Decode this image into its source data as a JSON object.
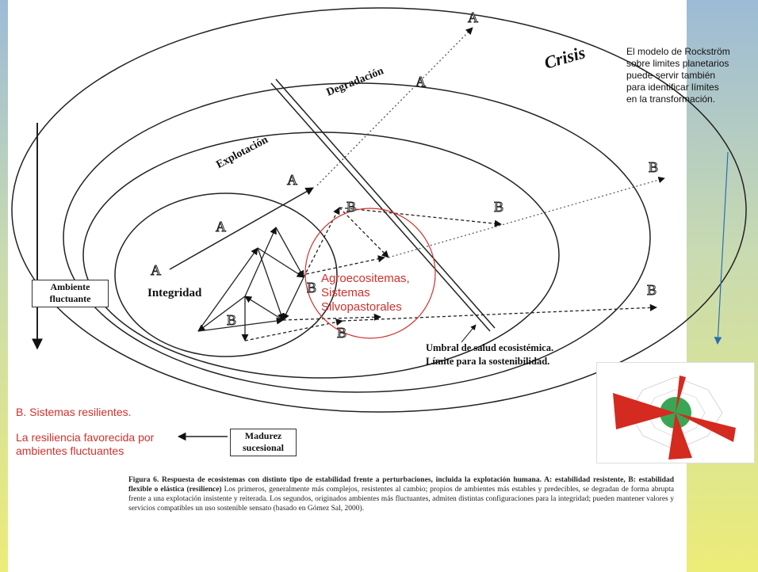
{
  "labels": {
    "crisis": "Crisis",
    "degradacion": "Degradación",
    "explotacion": "Explotación",
    "integridad": "Integridad",
    "A": "A",
    "B": "B"
  },
  "boxes": {
    "ambiente": "Ambiente fluctuante",
    "madurez": "Madurez sucesional"
  },
  "umbral": {
    "line1": "Umbral de salud ecosistémica.",
    "line2": "Límite para la sostenibilidad."
  },
  "agro": {
    "line1": "Agroecositemas,",
    "line2": "Sistemas",
    "line3": "Silvopastorales"
  },
  "note": "El modelo de Rockström sobre limites planetarios puede servir también para identificar límites en la transformación.",
  "resilient": {
    "title": "B. Sistemas resilientes.",
    "body": "La resiliencia favorecida por ambientes fluctuantes"
  },
  "caption": {
    "bold": "Figura 6. Respuesta de ecosistemas con distinto tipo de estabilidad frente a perturbaciones, incluida la explotación humana. A: estabilidad resistente, B: estabilidad flexible o elástica (resilience)",
    "text": "Los primeros, generalmente más complejos, resistentes al cambio; propios de ambientes más estables y predecibles, se degradan de forma abrupta frente a una explotación insistente y reiterada. Los segundos, originados ambientes más fluctuantes, admiten distintas configuraciones para la integridad; pueden mantener valores y servicios compatibles un uso sostenible sensato (basado en Gómez Sal, 2000)."
  },
  "colors": {
    "accent_red": "#d0312d",
    "gradient_top": "#9dbbd6",
    "gradient_bottom": "#eaea7a"
  }
}
